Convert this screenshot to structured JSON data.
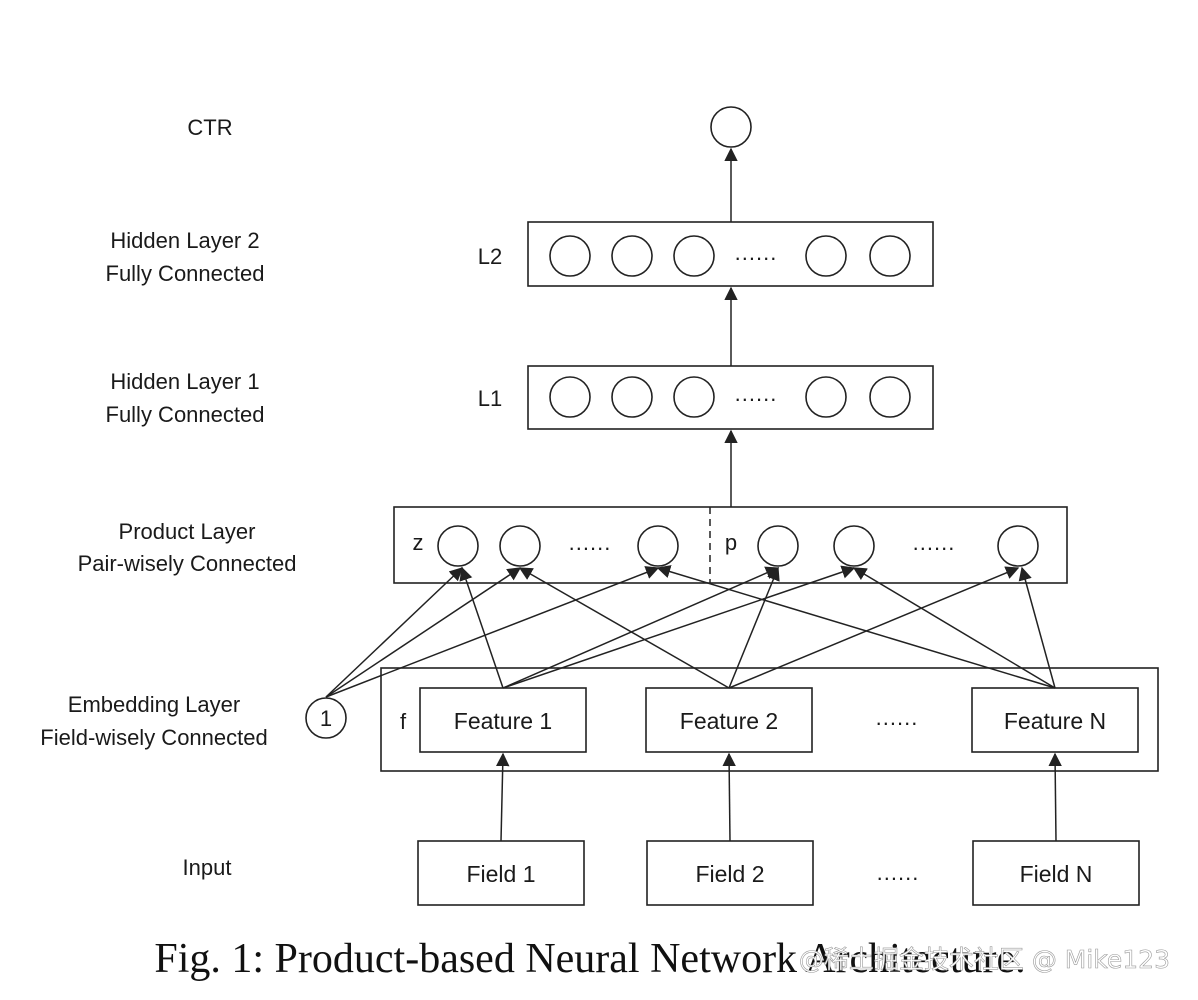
{
  "layers": {
    "ctr": {
      "label": "CTR"
    },
    "hidden2": {
      "label_line1": "Hidden Layer 2",
      "label_line2": "Fully Connected",
      "tag": "L2",
      "ellipsis": "......"
    },
    "hidden1": {
      "label_line1": "Hidden Layer 1",
      "label_line2": "Fully Connected",
      "tag": "L1",
      "ellipsis": "......"
    },
    "product": {
      "label_line1": "Product Layer",
      "label_line2": "Pair-wisely Connected",
      "z_tag": "z",
      "p_tag": "p",
      "ellipsis_z": "......",
      "ellipsis_p": "......"
    },
    "embedding": {
      "label_line1": "Embedding Layer",
      "label_line2": "Field-wisely Connected",
      "tag": "f",
      "bias_node": "1",
      "features": [
        "Feature 1",
        "Feature 2",
        "Feature N"
      ],
      "ellipsis": "......"
    },
    "input": {
      "label": "Input",
      "fields": [
        "Field 1",
        "Field 2",
        "Field N"
      ],
      "ellipsis": "......"
    }
  },
  "caption": "Fig. 1: Product-based Neural Network Architecture.",
  "watermark": "@稀土掘金技术社区 @ Mike123"
}
